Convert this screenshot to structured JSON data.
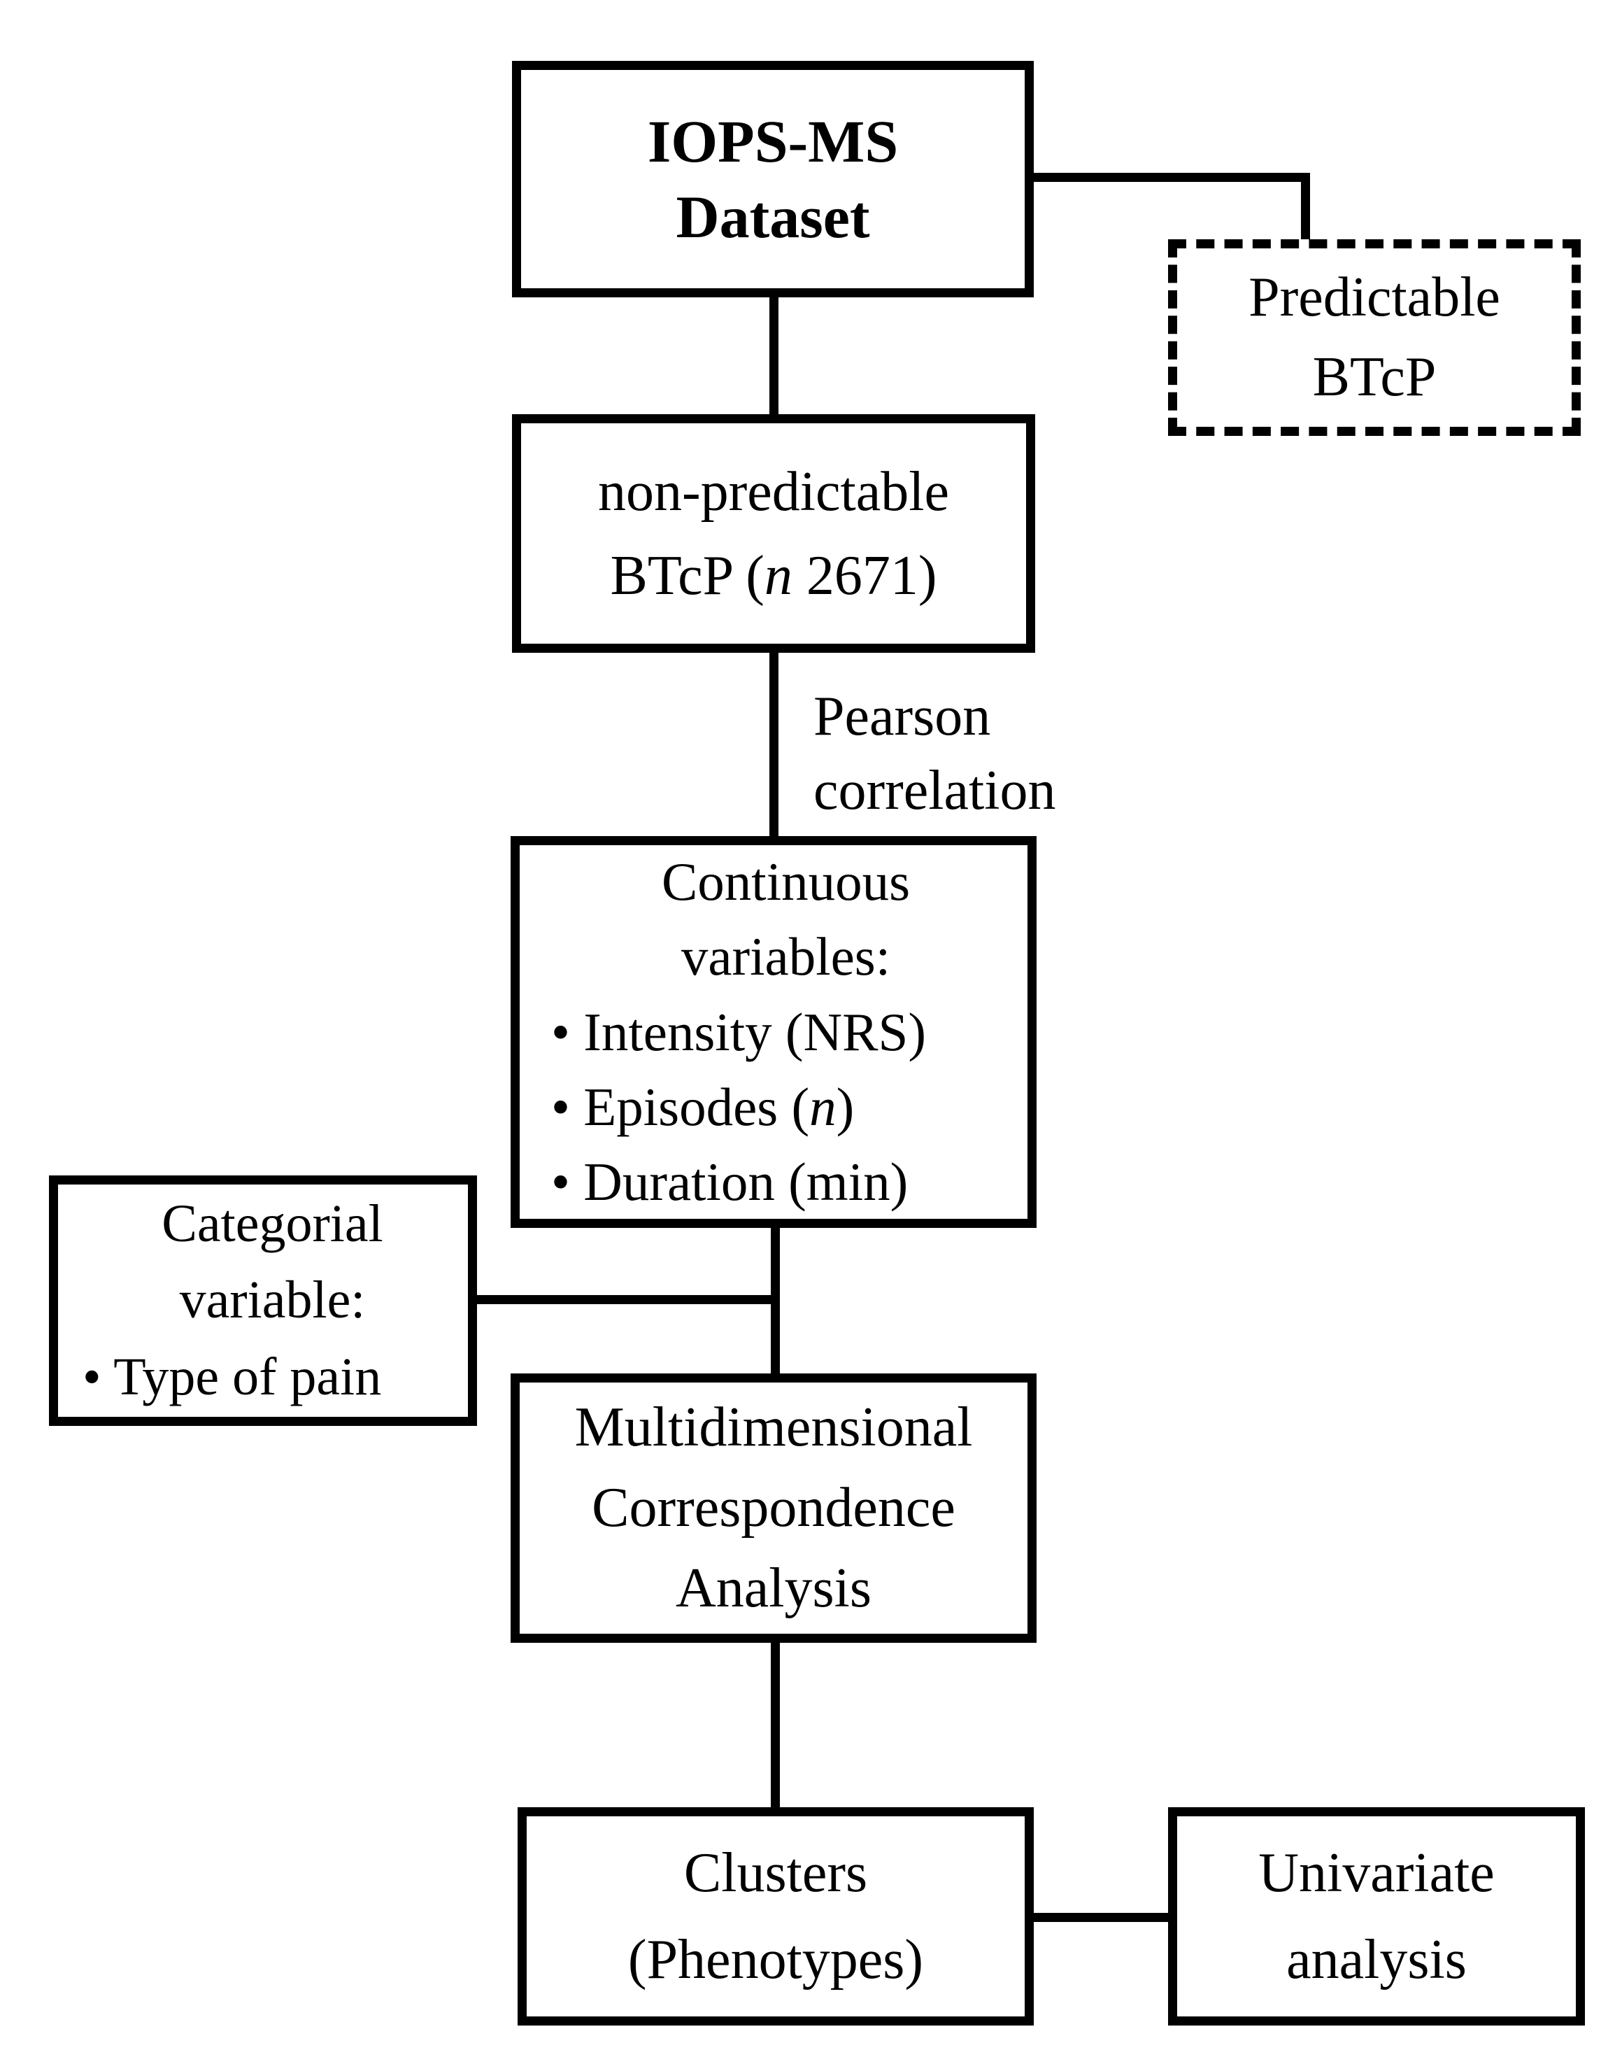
{
  "colors": {
    "ink": "#000000",
    "paper": "#ffffff"
  },
  "boxes": {
    "dataset": {
      "line1": "IOPS-MS",
      "line2": "Dataset"
    },
    "predictable": {
      "line1": "Predictable",
      "line2": "BTcP"
    },
    "nonpredictable": {
      "line1": "non-predictable",
      "line2_pre": "BTcP (",
      "line2_italic": "n",
      "line2_post": " 2671)"
    },
    "continuous": {
      "title1": "Continuous",
      "title2": "variables:",
      "bullet1": "• Intensity (NRS)",
      "bullet2_pre": "• Episodes (",
      "bullet2_italic": "n",
      "bullet2_post": ")",
      "bullet3": "• Duration (min)"
    },
    "categorial": {
      "title1": "Categorial",
      "title2": "variable:",
      "bullet1": "• Type of pain"
    },
    "mca": {
      "line1": "Multidimensional",
      "line2": "Correspondence",
      "line3": "Analysis"
    },
    "clusters": {
      "line1": "Clusters",
      "line2": "(Phenotypes)"
    },
    "univariate": {
      "line1": "Univariate",
      "line2": "analysis"
    }
  },
  "edge_labels": {
    "pearson_line1": "Pearson",
    "pearson_line2": "correlation"
  }
}
